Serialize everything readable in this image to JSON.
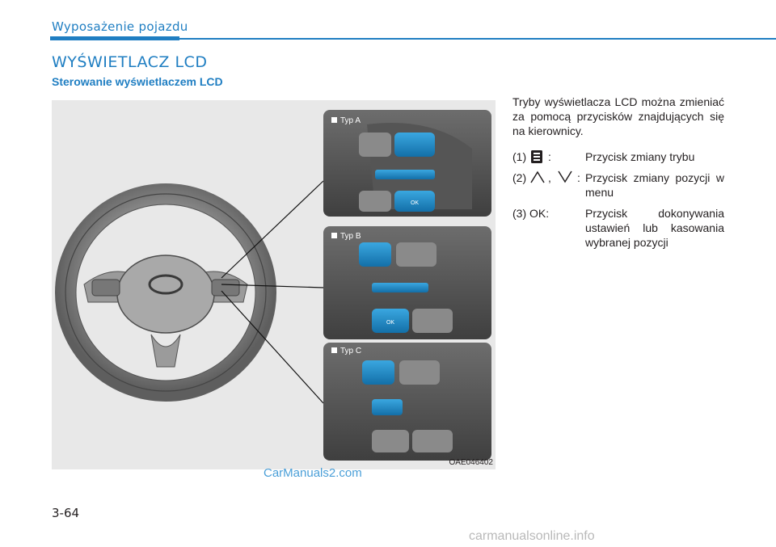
{
  "header": {
    "title": "Wyposażenie pojazdu"
  },
  "section": {
    "title": "WYŚWIETLACZ LCD",
    "subtitle": "Sterowanie wyświetlaczem LCD"
  },
  "figure": {
    "code": "OAE046402",
    "panels": [
      {
        "label": "Typ A"
      },
      {
        "label": "Typ B"
      },
      {
        "label": "Typ C"
      }
    ],
    "button_ok": "OK",
    "watermark": "CarManuals2.com"
  },
  "body": {
    "intro": "Tryby wyświetlacza LCD można zmieniać za pomocą przycisków znajdujących się na kierownicy.",
    "items": [
      {
        "num": "(1)",
        "sep": ":",
        "desc": "Przycisk zmiany trybu",
        "icon": "mode-icon"
      },
      {
        "num": "(2)",
        "sep": ",",
        "sep2": ":",
        "desc": "Przycisk zmiany pozycji w menu",
        "icon": "up-down-chevron-icons"
      },
      {
        "num": "(3) OK:",
        "desc": "Przycisk dokonywania ustawień lub kasowania wybranej pozycji"
      }
    ]
  },
  "page_number": "3-64",
  "footer_watermark": "carmanualsonline.info",
  "colors": {
    "accent": "#1f7ec2",
    "button_blue": "#1b8fd0"
  }
}
